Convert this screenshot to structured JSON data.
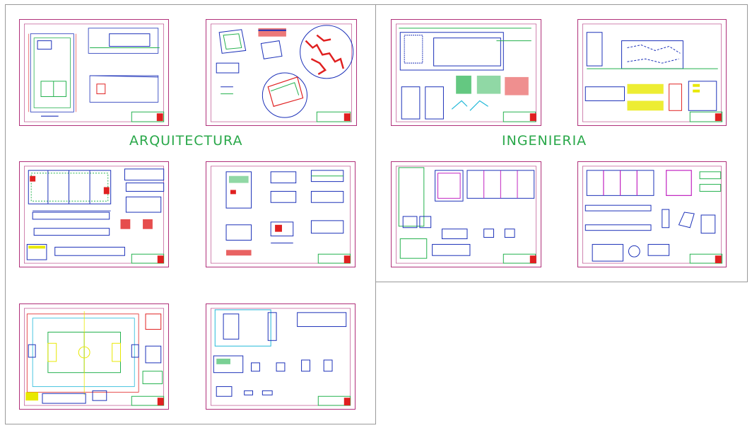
{
  "sections": {
    "architecture": {
      "label": "ARQUITECTURA"
    },
    "engineering": {
      "label": "INGENIERIA"
    }
  },
  "colors": {
    "sheet_border": "#b0307a",
    "label_green": "#2aa84a",
    "panel_border": "#9a9a9a",
    "drawing_blue": "#1a2fb8",
    "drawing_red": "#e02020",
    "drawing_green": "#22b14c",
    "drawing_magenta": "#c020c0",
    "drawing_cyan": "#20b8d8",
    "drawing_yellow": "#e8e800"
  },
  "sheets": [
    {
      "id": "arq-1",
      "group": "architecture"
    },
    {
      "id": "arq-2",
      "group": "architecture"
    },
    {
      "id": "arq-3",
      "group": "architecture"
    },
    {
      "id": "arq-4",
      "group": "architecture"
    },
    {
      "id": "arq-5",
      "group": "architecture"
    },
    {
      "id": "arq-6",
      "group": "architecture"
    },
    {
      "id": "ing-1",
      "group": "engineering"
    },
    {
      "id": "ing-2",
      "group": "engineering"
    },
    {
      "id": "ing-3",
      "group": "engineering"
    },
    {
      "id": "ing-4",
      "group": "engineering"
    }
  ]
}
